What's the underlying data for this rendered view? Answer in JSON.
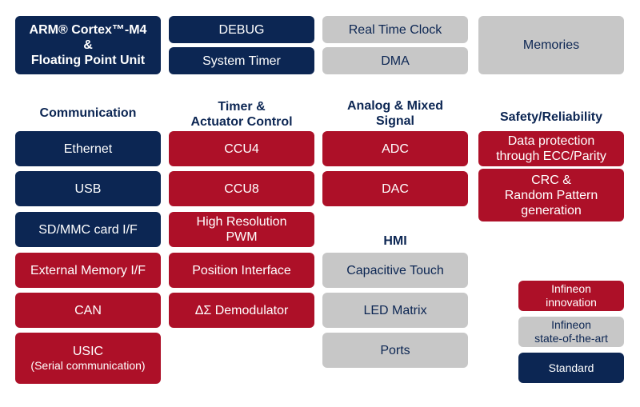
{
  "core": {
    "arm_line1": "ARM® Cortex™-M4",
    "arm_line2": "&",
    "arm_line3": "Floating Point Unit",
    "debug": "DEBUG",
    "system_timer": "System Timer",
    "rtc": "Real Time Clock",
    "dma": "DMA",
    "memories": "Memories"
  },
  "communication": {
    "header": "Communication",
    "items": [
      "Ethernet",
      "USB",
      "SD/MMC card I/F",
      "External Memory I/F",
      "CAN"
    ],
    "usic_label": "USIC",
    "usic_sub": "(Serial communication)"
  },
  "timer": {
    "header_line1": "Timer &",
    "header_line2": "Actuator Control",
    "items": [
      "CCU4",
      "CCU8"
    ],
    "pwm_line1": "High Resolution",
    "pwm_line2": "PWM",
    "position": "Position Interface",
    "demod": "ΔΣ Demodulator"
  },
  "analog": {
    "header_line1": "Analog & Mixed",
    "header_line2": "Signal",
    "items": [
      "ADC",
      "DAC"
    ]
  },
  "hmi": {
    "header": "HMI",
    "items": [
      "Capacitive Touch",
      "LED Matrix",
      "Ports"
    ]
  },
  "safety": {
    "header": "Safety/Reliability",
    "ecc_line1": "Data protection",
    "ecc_line2": "through ECC/Parity",
    "crc_line1": "CRC &",
    "crc_line2": "Random Pattern",
    "crc_line3": "generation"
  },
  "legend": {
    "innovation_line1": "Infineon",
    "innovation_line2": "innovation",
    "soa_line1": "Infineon",
    "soa_line2": "state-of-the-art",
    "standard": "Standard"
  },
  "colors": {
    "standard": "#0c2653",
    "innovation": "#ad1028",
    "state_of_the_art": "#c7c7c7"
  }
}
